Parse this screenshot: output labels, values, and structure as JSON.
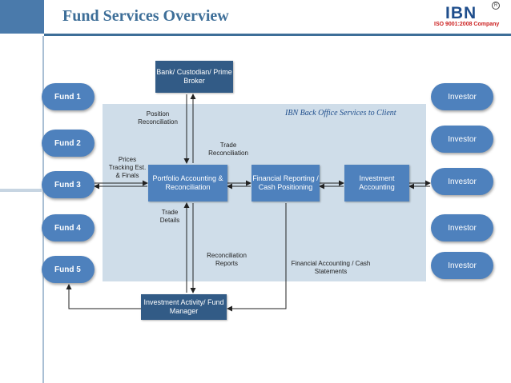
{
  "header": {
    "title": "Fund Services Overview"
  },
  "logo": {
    "text": "IBN",
    "iso": "ISO 9001:2008 Company",
    "registered": "R"
  },
  "panel": {
    "title": "IBN Back Office Services to Client"
  },
  "funds": [
    "Fund 1",
    "Fund 2",
    "Fund 3",
    "Fund 4",
    "Fund 5"
  ],
  "investors": [
    "Investor",
    "Investor",
    "Investor",
    "Investor",
    "Investor"
  ],
  "boxes": {
    "bank": "Bank/ Custodian/ Prime Broker",
    "portfolio": "Portfolio Accounting & Reconciliation",
    "financial": "Financial Reporting / Cash Positioning",
    "investment": "Investment Accounting",
    "manager": "Investment Activity/ Fund Manager"
  },
  "labels": {
    "position": "Position Reconciliation",
    "trade_recon": "Trade Reconciliation",
    "prices": "Prices Tracking Est. & Finals",
    "trade_details": "Trade Details",
    "recon_reports": "Reconciliation Reports",
    "fin_statements": "Financial Accounting / Cash Statements"
  },
  "colors": {
    "accent": "#4e81bd",
    "panel": "#cfdde9",
    "title": "#3d6e98"
  }
}
